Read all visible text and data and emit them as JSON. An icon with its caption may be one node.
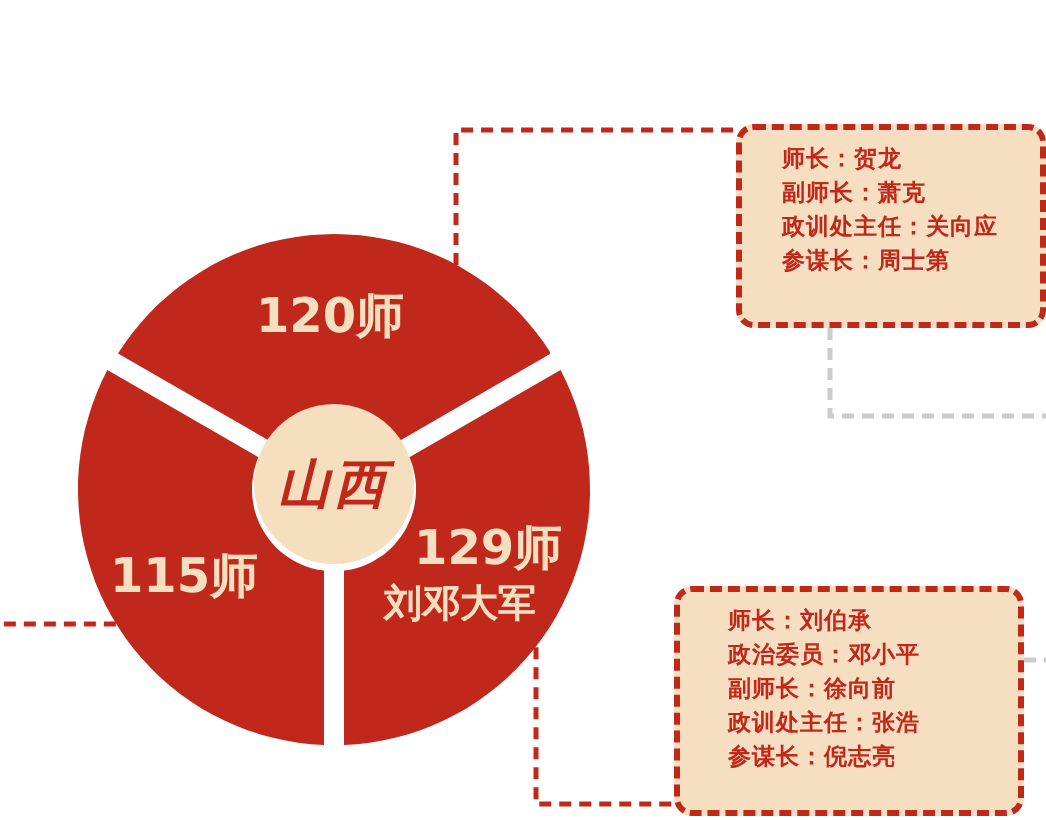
{
  "diagram": {
    "nodes": [
      {
        "text": [
          "山西"
        ]
      },
      {
        "text": [
          "120师"
        ]
      },
      {
        "text": [
          "115师"
        ]
      },
      {
        "text": [
          "129师",
          "刘邓大军"
        ]
      },
      {
        "text": [
          "师长：贺龙",
          "副师长：萧克",
          "政训处主任：关向应",
          "参谋长：周士第"
        ]
      },
      {
        "text": [
          "师长：刘伯承",
          "政治委员：邓小平",
          "副师长：徐向前",
          "政训处主任：张浩",
          "参谋长：倪志亮"
        ]
      }
    ],
    "edges": [
      {
        "from": 1,
        "to": 4,
        "arrow": "none",
        "style": "dashed"
      },
      {
        "from": 3,
        "to": 5,
        "arrow": "none",
        "style": "dashed"
      },
      {
        "from": 2,
        "to": null,
        "arrow": "none",
        "style": "dashed"
      },
      {
        "from": 4,
        "to": null,
        "arrow": "none",
        "style": "dashed",
        "color": "#cccccc"
      },
      {
        "from": 5,
        "to": null,
        "arrow": "none",
        "style": "dashed",
        "color": "#cccccc"
      }
    ]
  }
}
